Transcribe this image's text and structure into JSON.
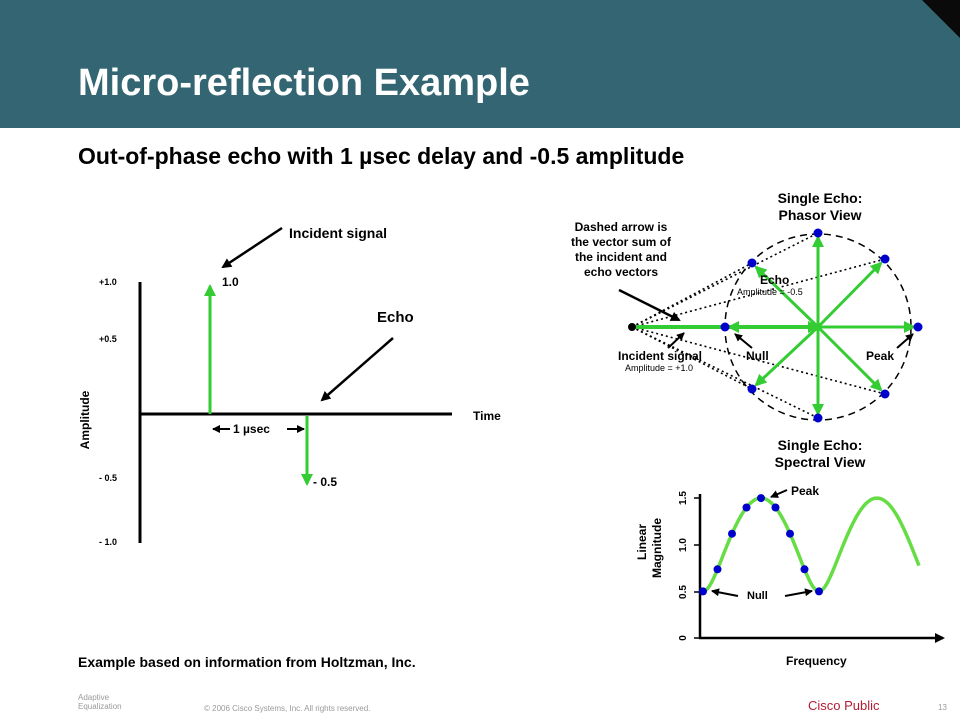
{
  "slide": {
    "title": "Micro-reflection Example",
    "subtitle": "Out-of-phase echo with 1 µsec delay and -0.5 amplitude",
    "source_note": "Example based on information from Holtzman, Inc.",
    "colors": {
      "header": "#336672",
      "arrow_green": "#33cc33",
      "dot_blue": "#0000cc",
      "cisco_red": "#b31b34"
    }
  },
  "time_diagram": {
    "incident_label": "Incident signal",
    "echo_label": "Echo",
    "time_label": "Time",
    "amplitude_label": "Amplitude",
    "delay_label": "1 µsec",
    "incident_value_label": "1.0",
    "echo_value_label": "- 0.5",
    "y_ticks": [
      "+1.0",
      "+0.5",
      "- 0.5",
      "- 1.0"
    ]
  },
  "phasor_view": {
    "title_line1": "Single Echo:",
    "title_line2": "Phasor View",
    "note_lines": [
      "Dashed arrow is",
      "the vector sum of",
      "the incident and",
      "echo vectors"
    ],
    "echo_label": "Echo",
    "echo_amplitude": "Amplitude = -0.5",
    "incident_label": "Incident signal",
    "incident_amplitude": "Amplitude = +1.0",
    "null_label": "Null",
    "peak_label": "Peak"
  },
  "spectral_view": {
    "title_line1": "Single Echo:",
    "title_line2": "Spectral View",
    "ylabel_line1": "Linear",
    "ylabel_line2": "Magnitude",
    "xlabel": "Frequency",
    "y_ticks": [
      "0",
      "0.5",
      "1.0",
      "1.5"
    ],
    "peak_label": "Peak",
    "null_label": "Null"
  },
  "footer": {
    "section_line1": "Adaptive",
    "section_line2": "Equalization",
    "copyright": "© 2006 Cisco Systems, Inc. All rights reserved.",
    "classification": "Cisco Public",
    "page_number": "13"
  }
}
